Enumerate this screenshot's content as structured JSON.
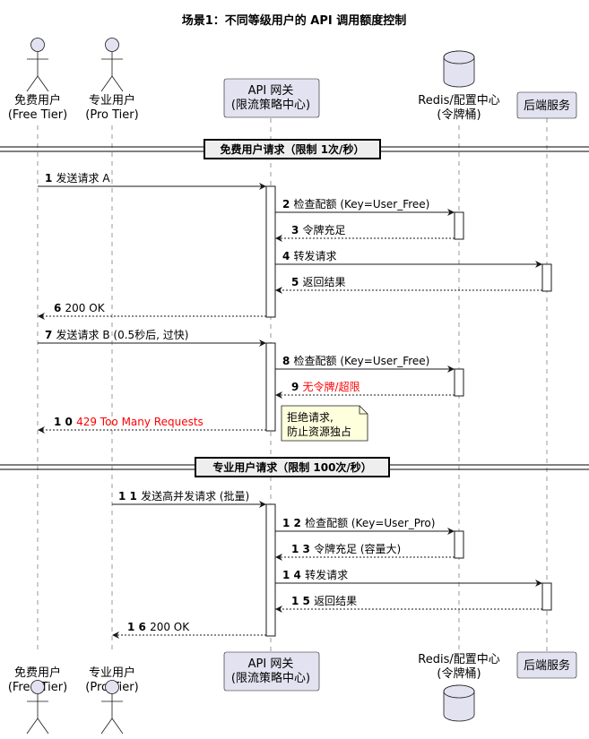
{
  "title": "场景1：不同等级用户的 API 调用额度控制",
  "participants": [
    {
      "id": "free",
      "kind": "actor",
      "line1": "免费用户",
      "line2": "(Free Tier)"
    },
    {
      "id": "pro",
      "kind": "actor",
      "line1": "专业用户",
      "line2": "(Pro Tier)"
    },
    {
      "id": "gw",
      "kind": "box",
      "line1": "API 网关",
      "line2": "(限流策略中心)"
    },
    {
      "id": "redis",
      "kind": "database",
      "line1": "Redis/配置中心",
      "line2": "(令牌桶)"
    },
    {
      "id": "backend",
      "kind": "box",
      "line1": "后端服务",
      "line2": ""
    }
  ],
  "sections": [
    {
      "label": "免费用户请求（限制 1次/秒）"
    },
    {
      "label": "专业用户请求（限制 100次/秒）"
    }
  ],
  "messages": [
    {
      "num": "1",
      "text": "发送请求 A",
      "dashed": false,
      "highlight": false
    },
    {
      "num": "2",
      "text": "检查配额 (Key=User_Free)",
      "dashed": false,
      "highlight": false
    },
    {
      "num": "3",
      "text": "令牌充足",
      "dashed": true,
      "highlight": false
    },
    {
      "num": "4",
      "text": "转发请求",
      "dashed": false,
      "highlight": false
    },
    {
      "num": "5",
      "text": "返回结果",
      "dashed": true,
      "highlight": false
    },
    {
      "num": "6",
      "text": "200 OK",
      "dashed": true,
      "highlight": false
    },
    {
      "num": "7",
      "text": "发送请求 B (0.5秒后, 过快)",
      "dashed": false,
      "highlight": false
    },
    {
      "num": "8",
      "text": "检查配额 (Key=User_Free)",
      "dashed": false,
      "highlight": false
    },
    {
      "num": "9",
      "text": "无令牌/超限",
      "dashed": true,
      "highlight": true
    },
    {
      "num": "1 0",
      "text": "429 Too Many Requests",
      "dashed": true,
      "highlight": true
    },
    {
      "num": "1 1",
      "text": "发送高并发请求 (批量)",
      "dashed": false,
      "highlight": false
    },
    {
      "num": "1 2",
      "text": "检查配额 (Key=User_Pro)",
      "dashed": false,
      "highlight": false
    },
    {
      "num": "1 3",
      "text": "令牌充足 (容量大)",
      "dashed": true,
      "highlight": false
    },
    {
      "num": "1 4",
      "text": "转发请求",
      "dashed": false,
      "highlight": false
    },
    {
      "num": "1 5",
      "text": "返回结果",
      "dashed": true,
      "highlight": false
    },
    {
      "num": "1 6",
      "text": "200 OK",
      "dashed": true,
      "highlight": false
    }
  ],
  "note": {
    "line1": "拒绝请求,",
    "line2": "防止资源独占"
  },
  "colors": {
    "participant_fill": "#E2E2F0",
    "participant_border": "#181818",
    "lifeline": "#999999",
    "arrow": "#181818",
    "highlight_text": "#FF0000",
    "note_fill": "#FEFFDD",
    "section_fill": "#EEEEEE"
  }
}
